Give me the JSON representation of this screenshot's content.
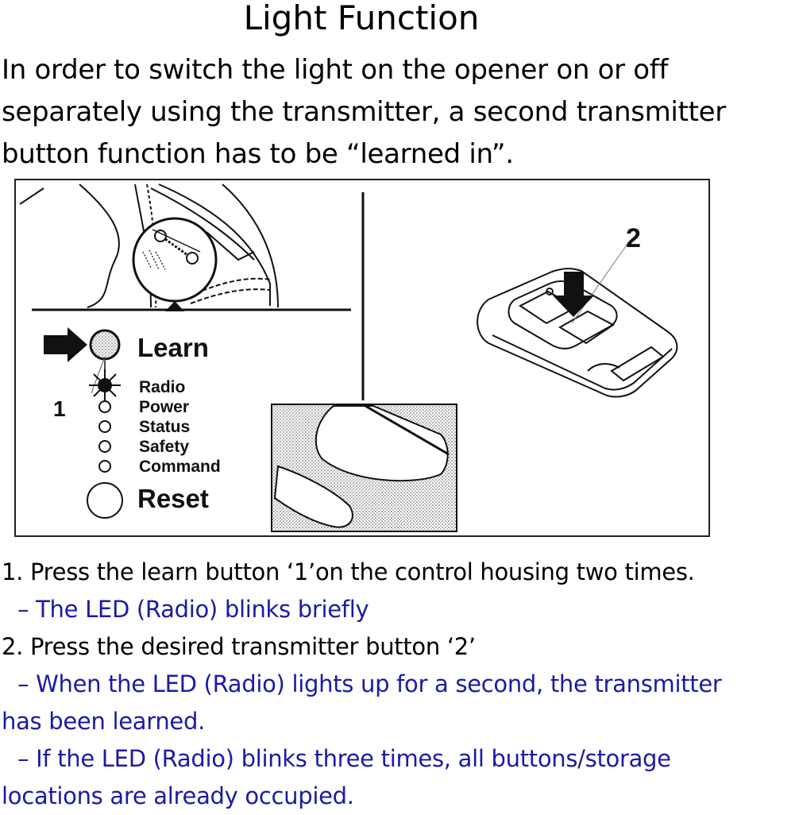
{
  "title": "Light Function",
  "intro": {
    "lines": [
      "In order to switch the light on the opener on or off",
      "separately using the transmitter, a second transmitter",
      "button function has to be “learned in”."
    ]
  },
  "figure": {
    "control_panel": {
      "learn_label": "Learn",
      "callout_1": "1",
      "led_labels": [
        "Radio",
        "Power",
        "Status",
        "Safety",
        "Command"
      ],
      "reset_label": "Reset"
    },
    "transmitter": {
      "callout_2": "2"
    }
  },
  "steps": [
    {
      "text": "1. Press the learn button ‘1’on the control housing two times.",
      "notes": [
        "– The LED (Radio) blinks briefly"
      ]
    },
    {
      "text": "2. Press the desired transmitter button ‘2’",
      "notes": [
        "– When the LED (Radio) lights up for a second, the transmitter",
        "has been learned.",
        "– If the LED (Radio) blinks three times, all buttons/storage",
        "locations are already occupied."
      ]
    }
  ],
  "colors": {
    "note_text": "#1a1aa8",
    "body_text": "#000000"
  }
}
